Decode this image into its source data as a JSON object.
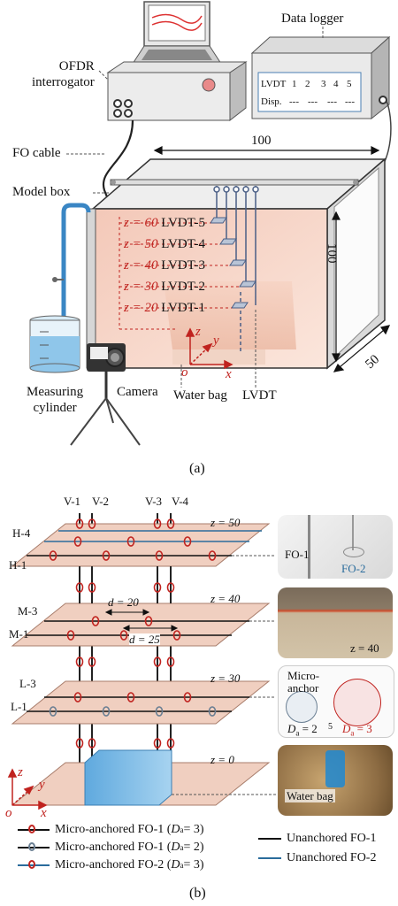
{
  "panel_a": {
    "ofdr": "OFDR\ninterrogator",
    "logger": "Data logger",
    "logger_table": {
      "header": "LVDT",
      "cols": [
        "1",
        "2",
        "3",
        "4",
        "5"
      ],
      "row": "Disp.",
      "dashes": "---"
    },
    "fo_cable": "FO cable",
    "model_box": "Model box",
    "dim_width": "100",
    "dim_height": "100",
    "dim_depth": "50",
    "lvdt_rows": [
      {
        "z": "z = 60",
        "name": "LVDT-5"
      },
      {
        "z": "z = 50",
        "name": "LVDT-4"
      },
      {
        "z": "z = 40",
        "name": "LVDT-3"
      },
      {
        "z": "z = 30",
        "name": "LVDT-2"
      },
      {
        "z": "z = 20",
        "name": "LVDT-1"
      }
    ],
    "axis": {
      "z": "z",
      "y": "y",
      "x": "x",
      "o": "o"
    },
    "measuring": "Measuring\ncylinder",
    "camera": "Camera",
    "water_bag": "Water bag",
    "lvdt": "LVDT",
    "caption": "(a)"
  },
  "panel_b": {
    "verticals": [
      "V-1",
      "V-2",
      "V-3",
      "V-4"
    ],
    "layer_labels": [
      "H-4",
      "H-1",
      "M-3",
      "M-1",
      "L-3",
      "L-1"
    ],
    "z_labels": [
      "z = 50",
      "z = 40",
      "z = 30",
      "z = 0"
    ],
    "d20": "d = 20",
    "d25": "d = 25",
    "axis": {
      "z": "z",
      "y": "y",
      "x": "x",
      "o": "o"
    },
    "photo1": {
      "fo1": "FO-1",
      "fo2": "FO-2"
    },
    "photo2": {
      "z": "z = 40"
    },
    "photo3": {
      "title": "Micro-\nanchor",
      "da2": "D",
      "da2sub": "a",
      "da2val": " = 2",
      "da3": "D",
      "da3sub": "a",
      "da3val": " = 3",
      "five": "5"
    },
    "photo4": {
      "label": "Water bag"
    },
    "legend": [
      {
        "text": "Micro-anchored FO-1 (",
        "da": "D",
        "sub": "a",
        "val": " = 3)",
        "line": "#111",
        "ring": "#c0231f"
      },
      {
        "text": "Micro-anchored FO-1 (",
        "da": "D",
        "sub": "a",
        "val": " = 2)",
        "line": "#111",
        "ring": "#6a7f93"
      },
      {
        "text": "Micro-anchored FO-2 (",
        "da": "D",
        "sub": "a",
        "val": " = 3)",
        "line": "#2a6c9c",
        "ring": "#c0231f"
      }
    ],
    "legend_right": [
      {
        "text": "Unanchored FO-1",
        "color": "#111"
      },
      {
        "text": "Unanchored FO-2",
        "color": "#2a6c9c"
      }
    ],
    "caption": "(b)"
  }
}
